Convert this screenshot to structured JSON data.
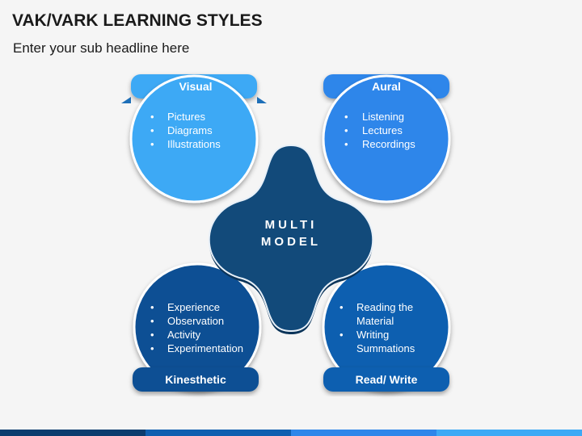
{
  "slide": {
    "title": "VAK/VARK LEARNING STYLES",
    "subtitle": "Enter your sub headline here"
  },
  "center": {
    "line1": "MULTI",
    "line2": "MODEL"
  },
  "quadrants": [
    {
      "label": "Visual",
      "bullets": [
        "Pictures",
        "Diagrams",
        "Illustrations"
      ],
      "color": "#3da9f5"
    },
    {
      "label": "Aural",
      "bullets": [
        "Listening",
        "Lectures",
        "Recordings"
      ],
      "color": "#2e86ea"
    },
    {
      "label": "Kinesthetic",
      "bullets": [
        "Experience",
        "Observation",
        "Activity",
        "Experimentation"
      ],
      "color": "#0b4f94"
    },
    {
      "label": "Read/ Write",
      "bullets": [
        "Reading the",
        "Material",
        "Writing",
        "Summations"
      ],
      "color": "#0f5fb0"
    }
  ],
  "colors": {
    "center": "#124a7a",
    "center_dark": "#0b3459",
    "bullet": "#ffffff"
  }
}
